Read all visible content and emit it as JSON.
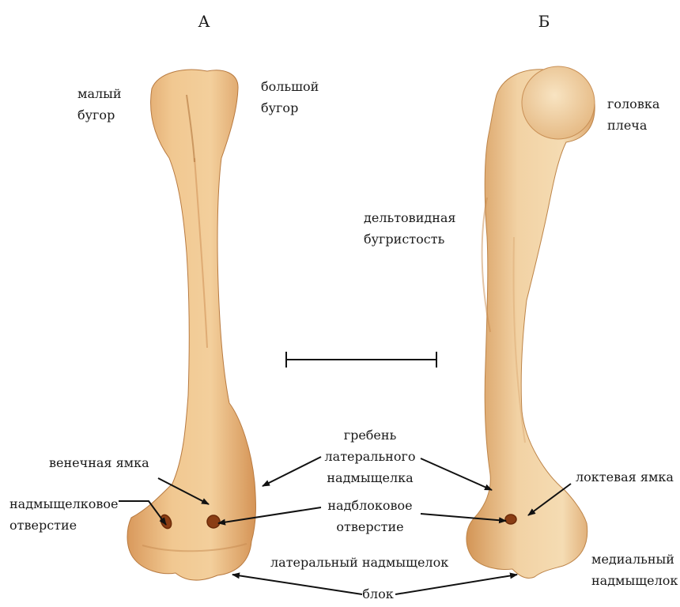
{
  "panels": {
    "a": "А",
    "b": "Б"
  },
  "labels": {
    "lesser_tubercle": [
      "малый",
      "бугор"
    ],
    "greater_tubercle": [
      "большой",
      "бугор"
    ],
    "humeral_head": [
      "головка",
      "плеча"
    ],
    "deltoid_tuberosity": [
      "дельтовидная",
      "бугристость"
    ],
    "lateral_crest": [
      "гребень",
      "латерального",
      "надмыщелка"
    ],
    "coronoid_fossa": "венечная ямка",
    "olecranon_fossa": "локтевая ямка",
    "supracondylar_foramen": [
      "надмыщелковое",
      "отверстие"
    ],
    "supratrochlear_foramen": [
      "надблоковое",
      "отверстие"
    ],
    "lateral_epicondyle": "латеральный надмыщелок",
    "medial_epicondyle": [
      "медиальный",
      "надмыщелок"
    ],
    "trochlea": "блок"
  },
  "colors": {
    "bone_light": "#f4d6a8",
    "bone_mid": "#e9b77c",
    "bone_dark": "#c98a4e",
    "label_text": "#1a1a1a"
  }
}
